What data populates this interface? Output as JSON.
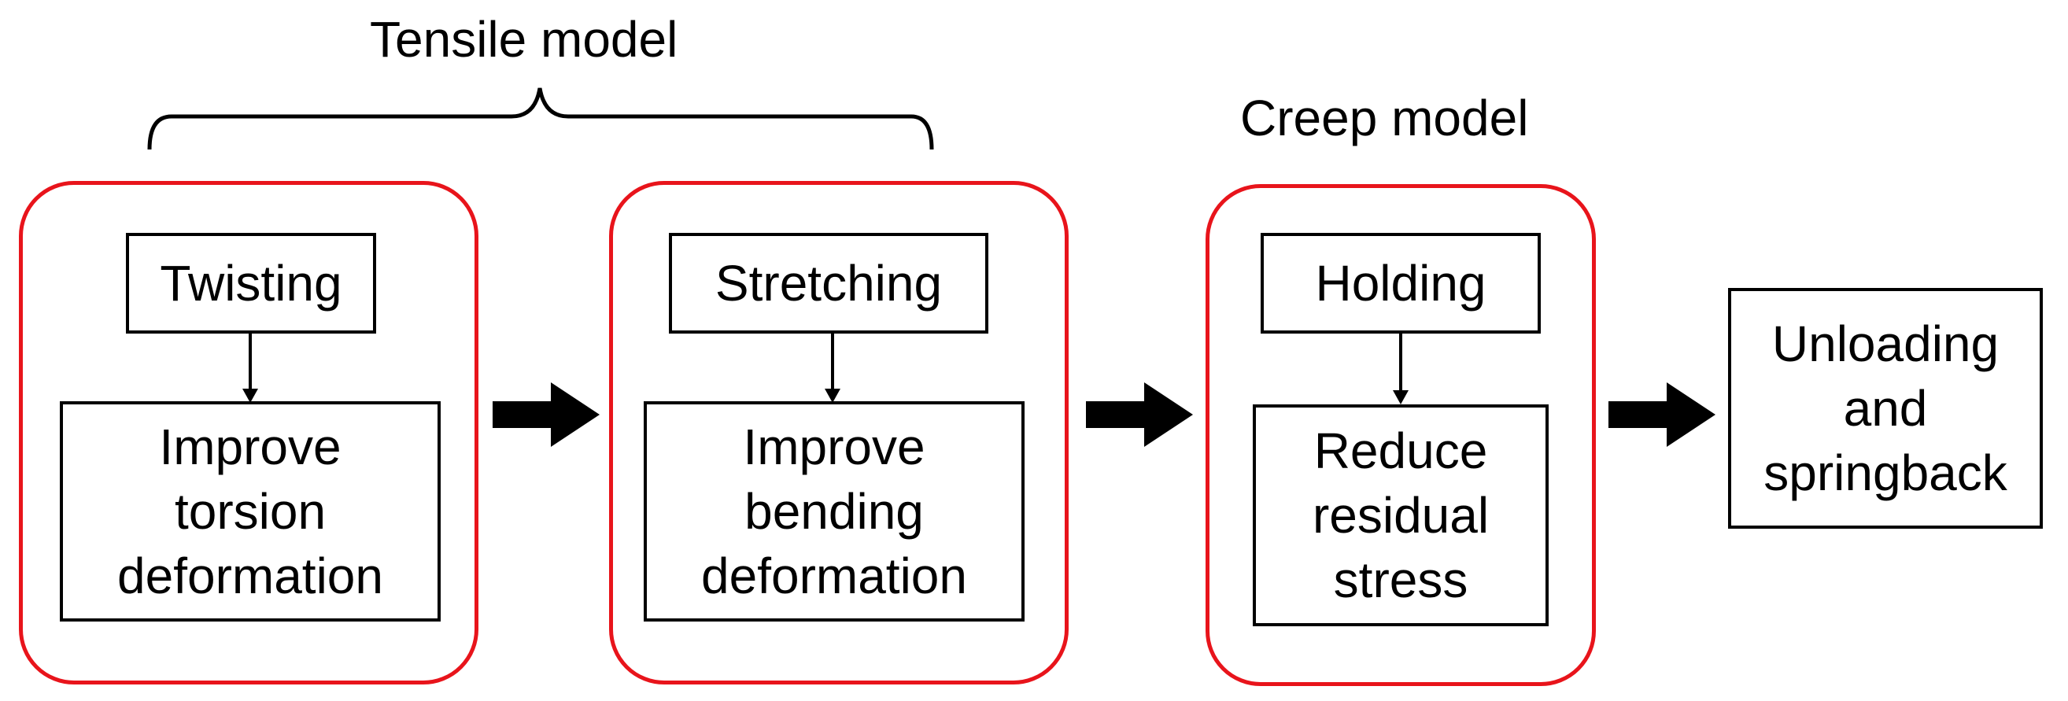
{
  "tensile_label": "Tensile model",
  "creep_label": "Creep model",
  "steps": [
    {
      "top": "Twisting",
      "bottom": "Improve\ntorsion\ndeformation"
    },
    {
      "top": "Stretching",
      "bottom": "Improve\nbending\ndeformation"
    },
    {
      "top": "Holding",
      "bottom": "Reduce\nresidual\nstress"
    }
  ],
  "final_step": "Unloading\nand\nspringback",
  "colors": {
    "group_border": "#e8141b",
    "box_border": "#000000",
    "arrow": "#000000"
  }
}
